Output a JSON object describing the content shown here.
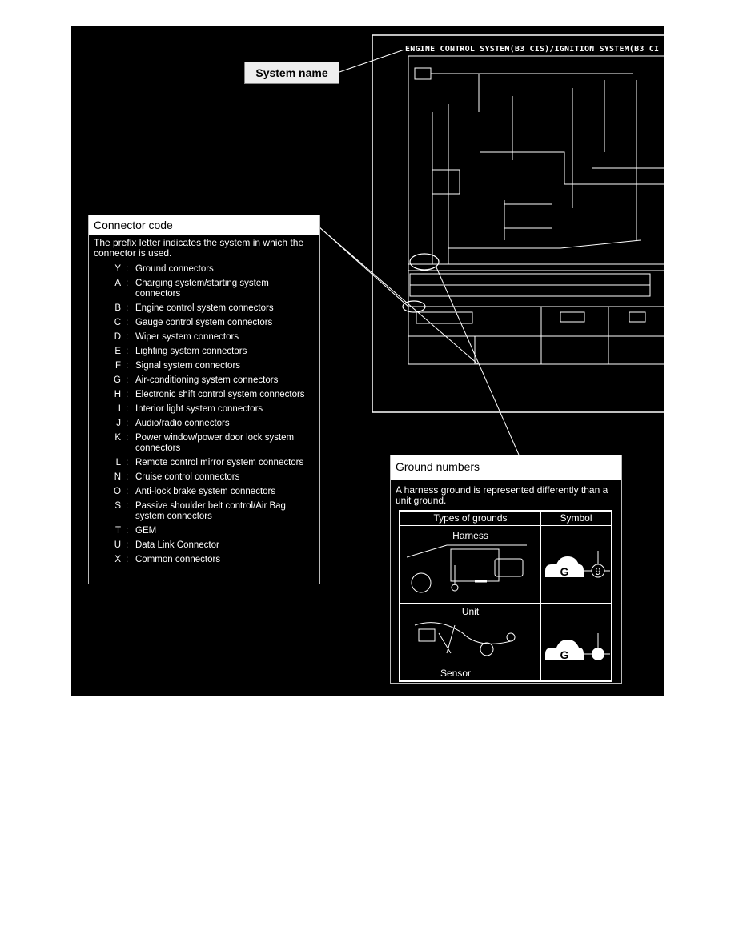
{
  "callouts": {
    "system_name": "System name",
    "diagram_title": "ENGINE CONTROL SYSTEM(B3 CIS)/IGNITION SYSTEM(B3 CI"
  },
  "connector_code": {
    "title": "Connector code",
    "intro": "The prefix letter indicates the system in which the connector is used.",
    "items": [
      {
        "letter": "Y",
        "desc": "Ground connectors"
      },
      {
        "letter": "A",
        "desc": "Charging system/starting system connectors"
      },
      {
        "letter": "B",
        "desc": "Engine control system connectors"
      },
      {
        "letter": "C",
        "desc": "Gauge control system connectors"
      },
      {
        "letter": "D",
        "desc": "Wiper system connectors"
      },
      {
        "letter": "E",
        "desc": "Lighting system connectors"
      },
      {
        "letter": "F",
        "desc": "Signal system connectors"
      },
      {
        "letter": "G",
        "desc": "Air-conditioning system connectors"
      },
      {
        "letter": "H",
        "desc": "Electronic shift control system connectors"
      },
      {
        "letter": "I",
        "desc": "Interior light system connectors"
      },
      {
        "letter": "J",
        "desc": "Audio/radio connectors"
      },
      {
        "letter": "K",
        "desc": "Power window/power door lock system connectors"
      },
      {
        "letter": "L",
        "desc": "Remote control mirror system connectors"
      },
      {
        "letter": "N",
        "desc": "Cruise control connectors"
      },
      {
        "letter": "O",
        "desc": "Anti-lock brake system connectors"
      },
      {
        "letter": "S",
        "desc": "Passive shoulder belt control/Air Bag system connectors"
      },
      {
        "letter": "T",
        "desc": "GEM"
      },
      {
        "letter": "U",
        "desc": "Data Link Connector"
      },
      {
        "letter": "X",
        "desc": "Common connectors"
      }
    ]
  },
  "ground_numbers": {
    "title": "Ground numbers",
    "intro": "A harness ground is represented differently than a unit ground.",
    "col_types": "Types of grounds",
    "col_symbol": "Symbol",
    "rows": [
      {
        "type": "Harness",
        "symbol_letter": "G",
        "symbol_number": "9"
      },
      {
        "type": "Unit",
        "symbol_letter": "G",
        "sensor_label": "Sensor"
      }
    ]
  }
}
